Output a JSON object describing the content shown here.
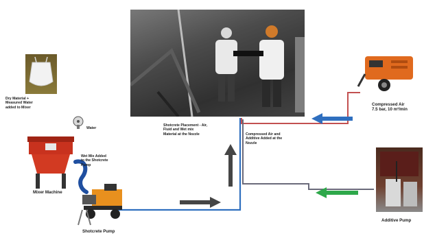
{
  "labels": {
    "dry_material": "Dry Material +\nMeasured Water\nadded to Mixer",
    "water": "Water",
    "mixer_machine": "Mixer Machine",
    "wet_mix": "Wet Mix Added\nto the Shotcrete\nPump",
    "shotcrete_pump": "Shotcrete Pump",
    "shotcrete_placement": "Shotcrete Placement - Air,\nFluid and Wet mix\nMaterial at the Nozzle",
    "compressed_air_added": "Compressed Air and\nAdditive Added at the\nNozzle",
    "compressed_air_unit": "Compressed Air\n7.5 bar, 10 m³/min",
    "additive_pump": "Additive Pump"
  },
  "colors": {
    "flow_blue": "#2f6fbf",
    "flow_red": "#c25050",
    "flow_gray": "#454545",
    "arrow_green": "#2ea84a",
    "arrow_blue": "#2f6fbf",
    "compressor_orange": "#e06a1e",
    "mixer_red": "#c8321e",
    "pump_orange": "#e8901e"
  }
}
